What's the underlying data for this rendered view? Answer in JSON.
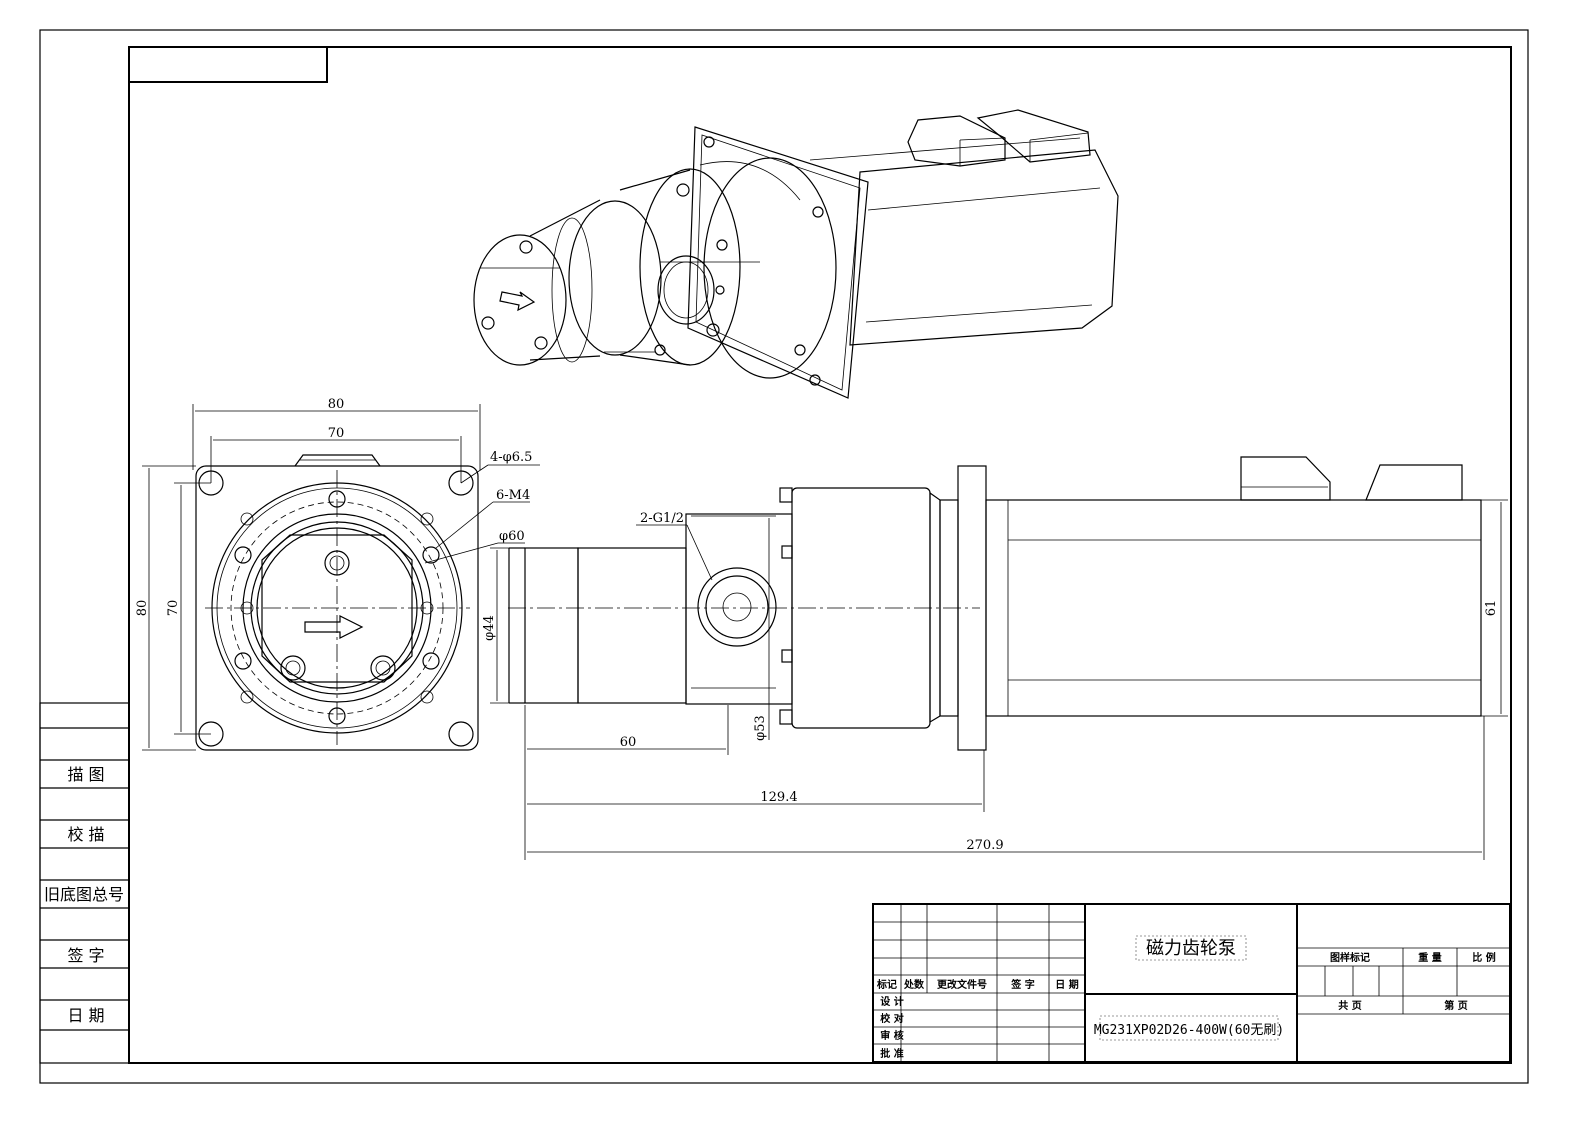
{
  "drawing": {
    "title": "磁力齿轮泵",
    "model": "MG231XP02D26-400W(60无刷)"
  },
  "side_labels": [
    "描  图",
    "校  描",
    "旧底图总号",
    "签  字",
    "日  期"
  ],
  "dimensions": {
    "front_width_outer": "80",
    "front_width_holes": "70",
    "front_height_outer": "80",
    "front_height_holes": "70",
    "mount_holes": "4-φ6.5",
    "threaded_holes": "6-M4",
    "flange_dia": "φ60",
    "port": "2-G1/2",
    "body_dia": "φ44",
    "pump_len": "60",
    "housing_dia": "φ53",
    "to_flange_len": "129.4",
    "total_len": "270.9",
    "motor_height": "61"
  },
  "title_block": {
    "rev_headers": [
      "标记",
      "处数",
      "更改文件号",
      "签  字",
      "日 期"
    ],
    "roles": [
      "设  计",
      "校  对",
      "审  核",
      "批  准"
    ],
    "right_headers": [
      "图样标记",
      "重  量",
      "比  例"
    ],
    "sheet_total": "共    页",
    "sheet_no": "第    页"
  },
  "colors": {
    "line": "#000000",
    "paper": "#ffffff"
  }
}
